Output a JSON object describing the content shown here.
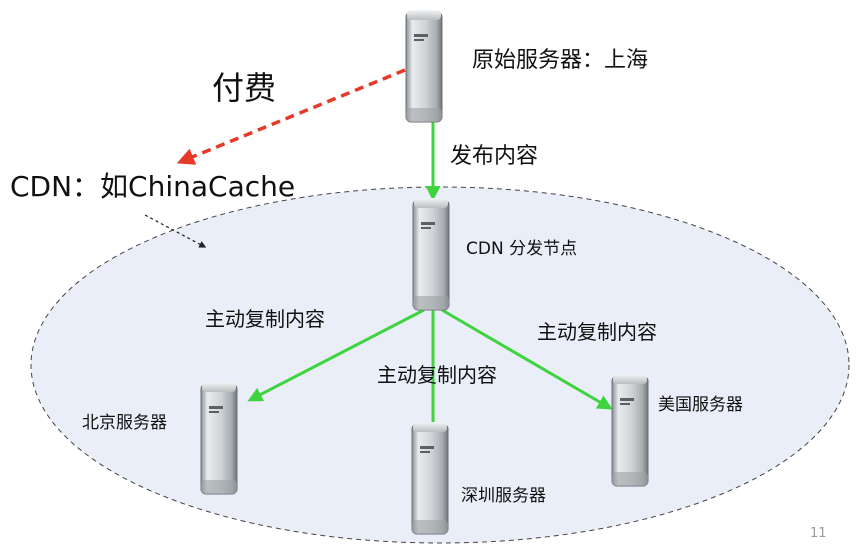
{
  "labels": {
    "origin": "原始服务器：上海",
    "payment": "付费",
    "publish": "发布内容",
    "cdn": "CDN：如ChinaCache",
    "distribution_node": "CDN 分发节点",
    "replicate_left": "主动复制内容",
    "replicate_center": "主动复制内容",
    "replicate_right": "主动复制内容",
    "beijing": "北京服务器",
    "shenzhen": "深圳服务器",
    "usa": "美国服务器",
    "page_number": "11"
  },
  "colors": {
    "arrow_green": "#3fd43f",
    "arrow_red": "#e53a2a",
    "ellipse_fill": "#e9eef8",
    "ellipse_stroke": "#444444"
  },
  "icons": {
    "server": "server-tower-icon"
  }
}
